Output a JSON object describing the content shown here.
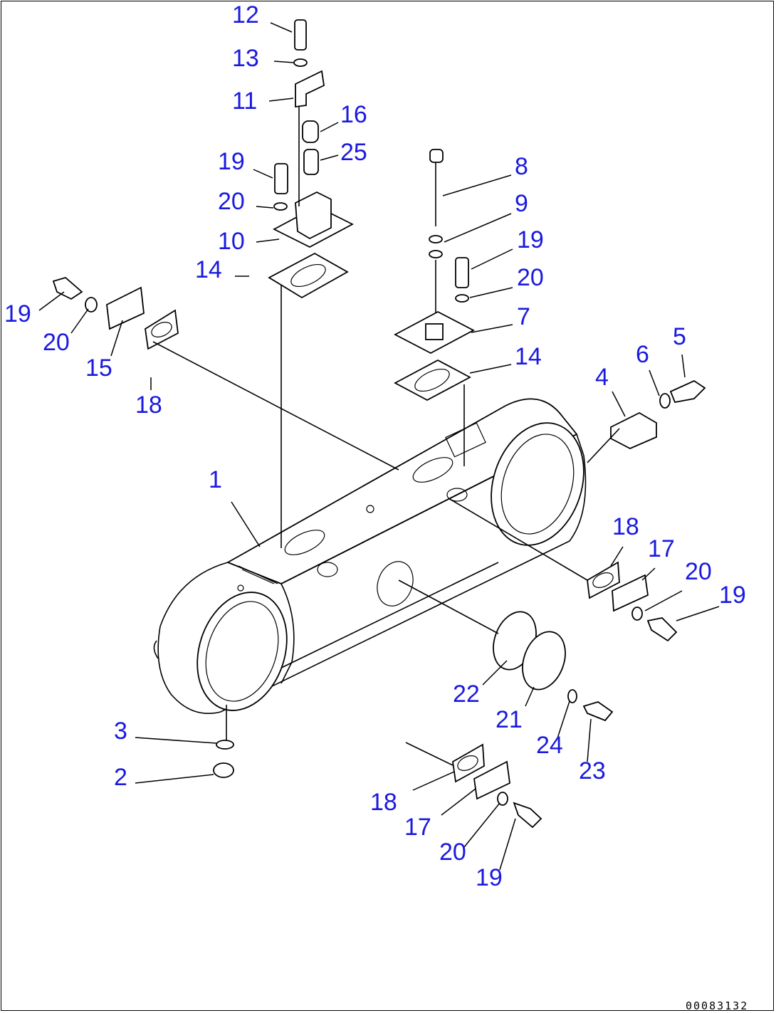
{
  "callout_color": "#1a1ae0",
  "line_color": "#000000",
  "doc_number": "00083132",
  "callouts": [
    {
      "label": "12"
    },
    {
      "label": "13"
    },
    {
      "label": "11"
    },
    {
      "label": "16"
    },
    {
      "label": "25"
    },
    {
      "label": "19"
    },
    {
      "label": "20"
    },
    {
      "label": "10"
    },
    {
      "label": "14"
    },
    {
      "label": "8"
    },
    {
      "label": "9"
    },
    {
      "label": "19"
    },
    {
      "label": "20"
    },
    {
      "label": "7"
    },
    {
      "label": "14"
    },
    {
      "label": "19"
    },
    {
      "label": "20"
    },
    {
      "label": "15"
    },
    {
      "label": "18"
    },
    {
      "label": "6"
    },
    {
      "label": "5"
    },
    {
      "label": "4"
    },
    {
      "label": "1"
    },
    {
      "label": "18"
    },
    {
      "label": "17"
    },
    {
      "label": "20"
    },
    {
      "label": "19"
    },
    {
      "label": "22"
    },
    {
      "label": "21"
    },
    {
      "label": "24"
    },
    {
      "label": "23"
    },
    {
      "label": "3"
    },
    {
      "label": "2"
    },
    {
      "label": "18"
    },
    {
      "label": "17"
    },
    {
      "label": "20"
    },
    {
      "label": "19"
    }
  ]
}
